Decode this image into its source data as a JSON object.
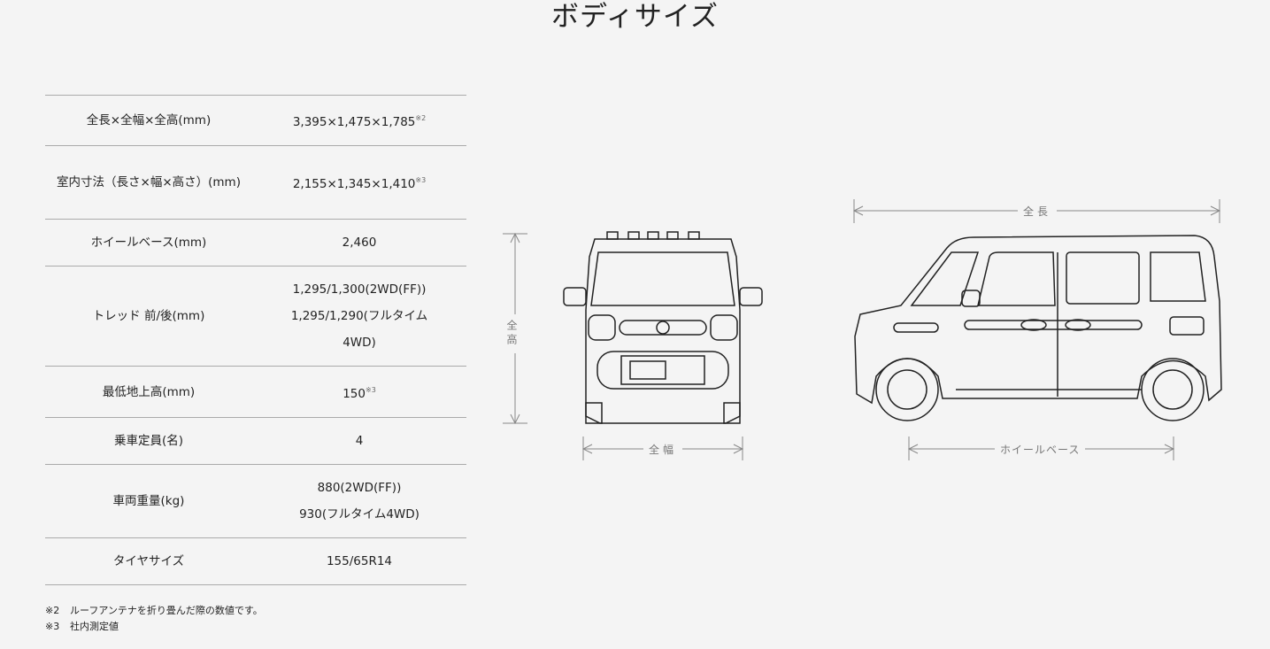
{
  "title": "ボディサイズ",
  "specs": [
    {
      "label": "全長×全幅×全高(mm)",
      "value": "3,395×1,475×1,785",
      "note": "※2"
    },
    {
      "label": "室内寸法（長さ×幅×高さ）(mm)",
      "value": "2,155×1,345×1,410",
      "note": "※3"
    },
    {
      "label": "ホイールベース(mm)",
      "value": "2,460",
      "note": ""
    },
    {
      "label": "トレッド 前/後(mm)",
      "value": "1,295/1,300(2WD(FF))",
      "value2": "1,295/1,290(フルタイム4WD)",
      "note": ""
    },
    {
      "label": "最低地上高(mm)",
      "value": "150",
      "note": "※3"
    },
    {
      "label": "乗車定員(名)",
      "value": "4",
      "note": ""
    },
    {
      "label": "車両重量(kg)",
      "value": "880(2WD(FF))",
      "value2": "930(フルタイム4WD)",
      "note": ""
    },
    {
      "label": "タイヤサイズ",
      "value": "155/65R14",
      "note": ""
    }
  ],
  "notes": [
    {
      "mark": "※2",
      "text": "ルーフアンテナを折り畳んだ際の数値です。"
    },
    {
      "mark": "※3",
      "text": "社内測定値"
    }
  ],
  "diagram": {
    "height": "全高",
    "width": "全幅",
    "length": "全長",
    "wheelbase": "ホイールベース"
  }
}
